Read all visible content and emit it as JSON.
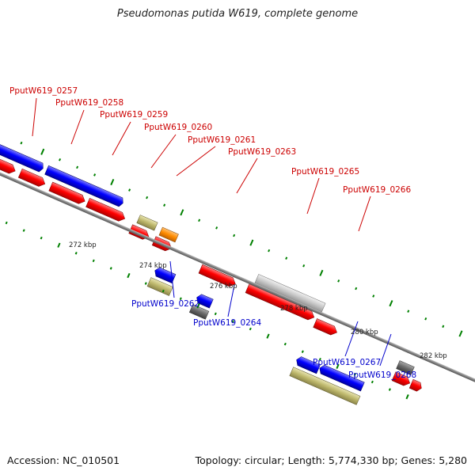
{
  "title": "Pseudomonas putida W619, complete genome",
  "footer": {
    "accession": "Accession: NC_010501",
    "stats": "Topology: circular; Length: 5,774,330 bp; Genes: 5,280"
  },
  "colors": {
    "forward_cds": "#ff0000",
    "reverse_cds": "#0000ff",
    "backbone": "#7f7f7f",
    "tick": "#008000",
    "top_label": "#cc0000",
    "bottom_label": "#0000cc",
    "gene_other_khaki": "#bdb76b",
    "gene_other_orange": "#ff8c00",
    "gene_other_grey": "#696969",
    "gene_other_light": "#c0c0c0"
  },
  "scale_labels": [
    "272 kbp",
    "274 kbp",
    "276 kbp",
    "278 kbp",
    "280 kbp",
    "282 kbp"
  ],
  "gene_labels_top": [
    "PputW619_0257",
    "PputW619_0258",
    "PputW619_0259",
    "PputW619_0260",
    "PputW619_0261",
    "PputW619_0263",
    "PputW619_0265",
    "PputW619_0266"
  ],
  "gene_labels_bottom": [
    "PputW619_0262",
    "PputW619_0264",
    "PputW619_0267",
    "PputW619_0268"
  ]
}
